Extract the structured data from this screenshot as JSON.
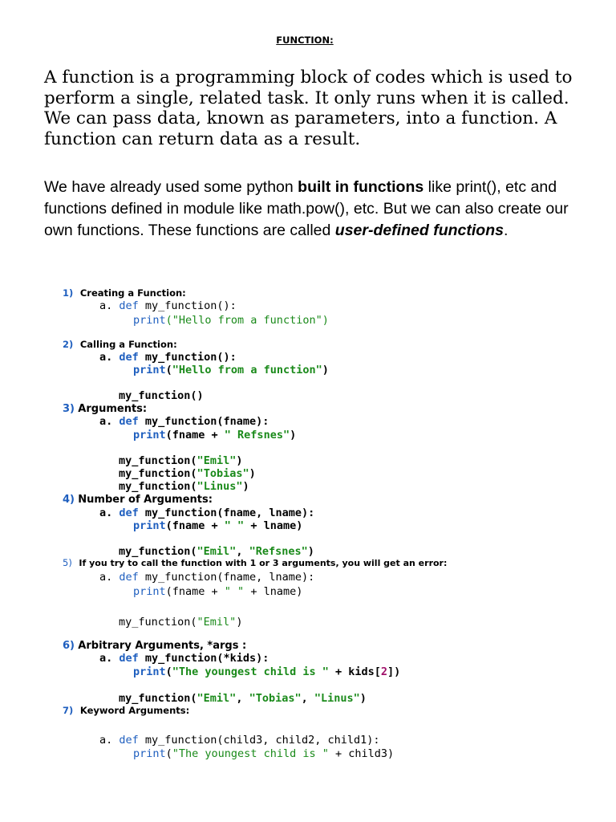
{
  "doc_title": "FUNCTION:",
  "intro_serif": "A function is a programming block of codes which is used to perform a single, related task. It only runs when it is called. We can pass data, known as parameters, into a function. A function can return data as a result.",
  "intro_sans": {
    "p1": "We have already used some python ",
    "bold1": "built in functions",
    "p2": " like print(), etc and functions defined in module like math.pow(), etc. But we can also create our own functions. These functions are called ",
    "bolditalic": "user-defined functions",
    "p3": "."
  },
  "sections": [
    {
      "num": "1)",
      "title": "Creating a Function:"
    },
    {
      "num": "2)",
      "title": "Calling a Function:"
    },
    {
      "num": "3)",
      "title": "Arguments:"
    },
    {
      "num": "4)",
      "title": "Number of Arguments:"
    },
    {
      "num": "5)",
      "title": "If you try to call the function with 1 or 3 arguments, you will get an error:"
    },
    {
      "num": "6)",
      "title": "Arbitrary Arguments, *args :"
    },
    {
      "num": "7)",
      "title": "Keyword Arguments:"
    }
  ],
  "code": {
    "letter": "a.",
    "def": "def",
    "print": "print",
    "s1_def": " my_function():",
    "s1_str": "(\"Hello from a function\")",
    "s2_def": " my_function():",
    "s2_str": "\"Hello from a function\"",
    "s2_call": "my_function()",
    "s3_def": " my_function(fname):",
    "s3_body_a": "(fname + ",
    "s3_str": "\" Refsnes\"",
    "s3_body_b": ")",
    "s3_calls": [
      "Emil",
      "Tobias",
      "Linus"
    ],
    "s4_def": " my_function(fname, lname):",
    "s4_body_a": "(fname + ",
    "s4_str": "\" \"",
    "s4_body_b": " + lname)",
    "s4_call_a": "\"Emil\"",
    "s4_call_b": "\"Refsnes\"",
    "s5_def": " my_function(fname, lname):",
    "s5_body_a": "(fname + ",
    "s5_str": "\" \"",
    "s5_body_b": " + lname)",
    "s5_call_str": "\"Emil\"",
    "s6_def": " my_function(*kids):",
    "s6_str": "\"The youngest child is \"",
    "s6_body_b": " + kids[",
    "s6_idx": "2",
    "s6_body_c": "])",
    "s6_call": [
      "\"Emil\"",
      "\"Tobias\"",
      "\"Linus\""
    ],
    "s7_def": " my_function(child3, child2, child1):",
    "s7_str": "\"The youngest child is \"",
    "s7_body_b": " + child3)"
  },
  "colors": {
    "keyword": "#1f5fbf",
    "string": "#1a8a1a",
    "number": "#a0106a"
  }
}
